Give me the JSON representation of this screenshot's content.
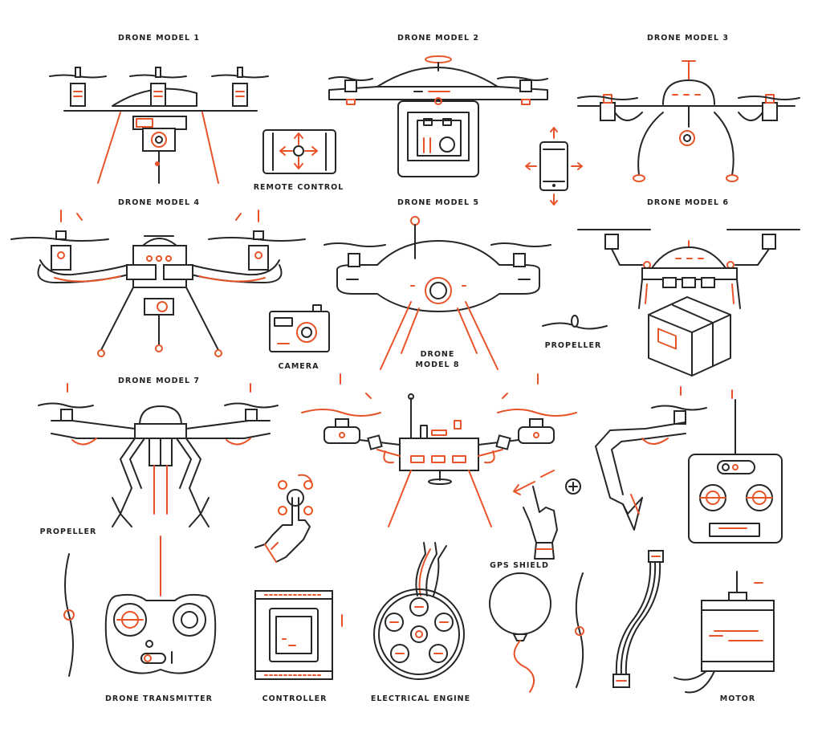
{
  "labels": {
    "drone_model_1": "DRONE MODEL 1",
    "drone_model_2": "DRONE MODEL 2",
    "drone_model_3": "DRONE MODEL 3",
    "drone_model_4": "DRONE MODEL 4",
    "drone_model_5": "DRONE MODEL 5",
    "drone_model_6": "DRONE MODEL 6",
    "drone_model_7": "DRONE MODEL 7",
    "drone_model_8_line1": "DRONE",
    "drone_model_8_line2": "MODEL 8",
    "remote_control": "REMOTE CONTROL",
    "camera": "CAMERA",
    "propeller_top": "PROPELLER",
    "propeller_left": "PROPELLER",
    "gps_shield": "GPS SHIELD",
    "drone_transmitter": "DRONE TRANSMITTER",
    "controller": "CONTROLLER",
    "electrical_engine": "ELECTRICAL ENGINE",
    "motor": "MOTOR"
  },
  "colors": {
    "stroke_dark": "#262626",
    "accent": "#e8542a",
    "background": "#ffffff",
    "label": "#222222"
  }
}
